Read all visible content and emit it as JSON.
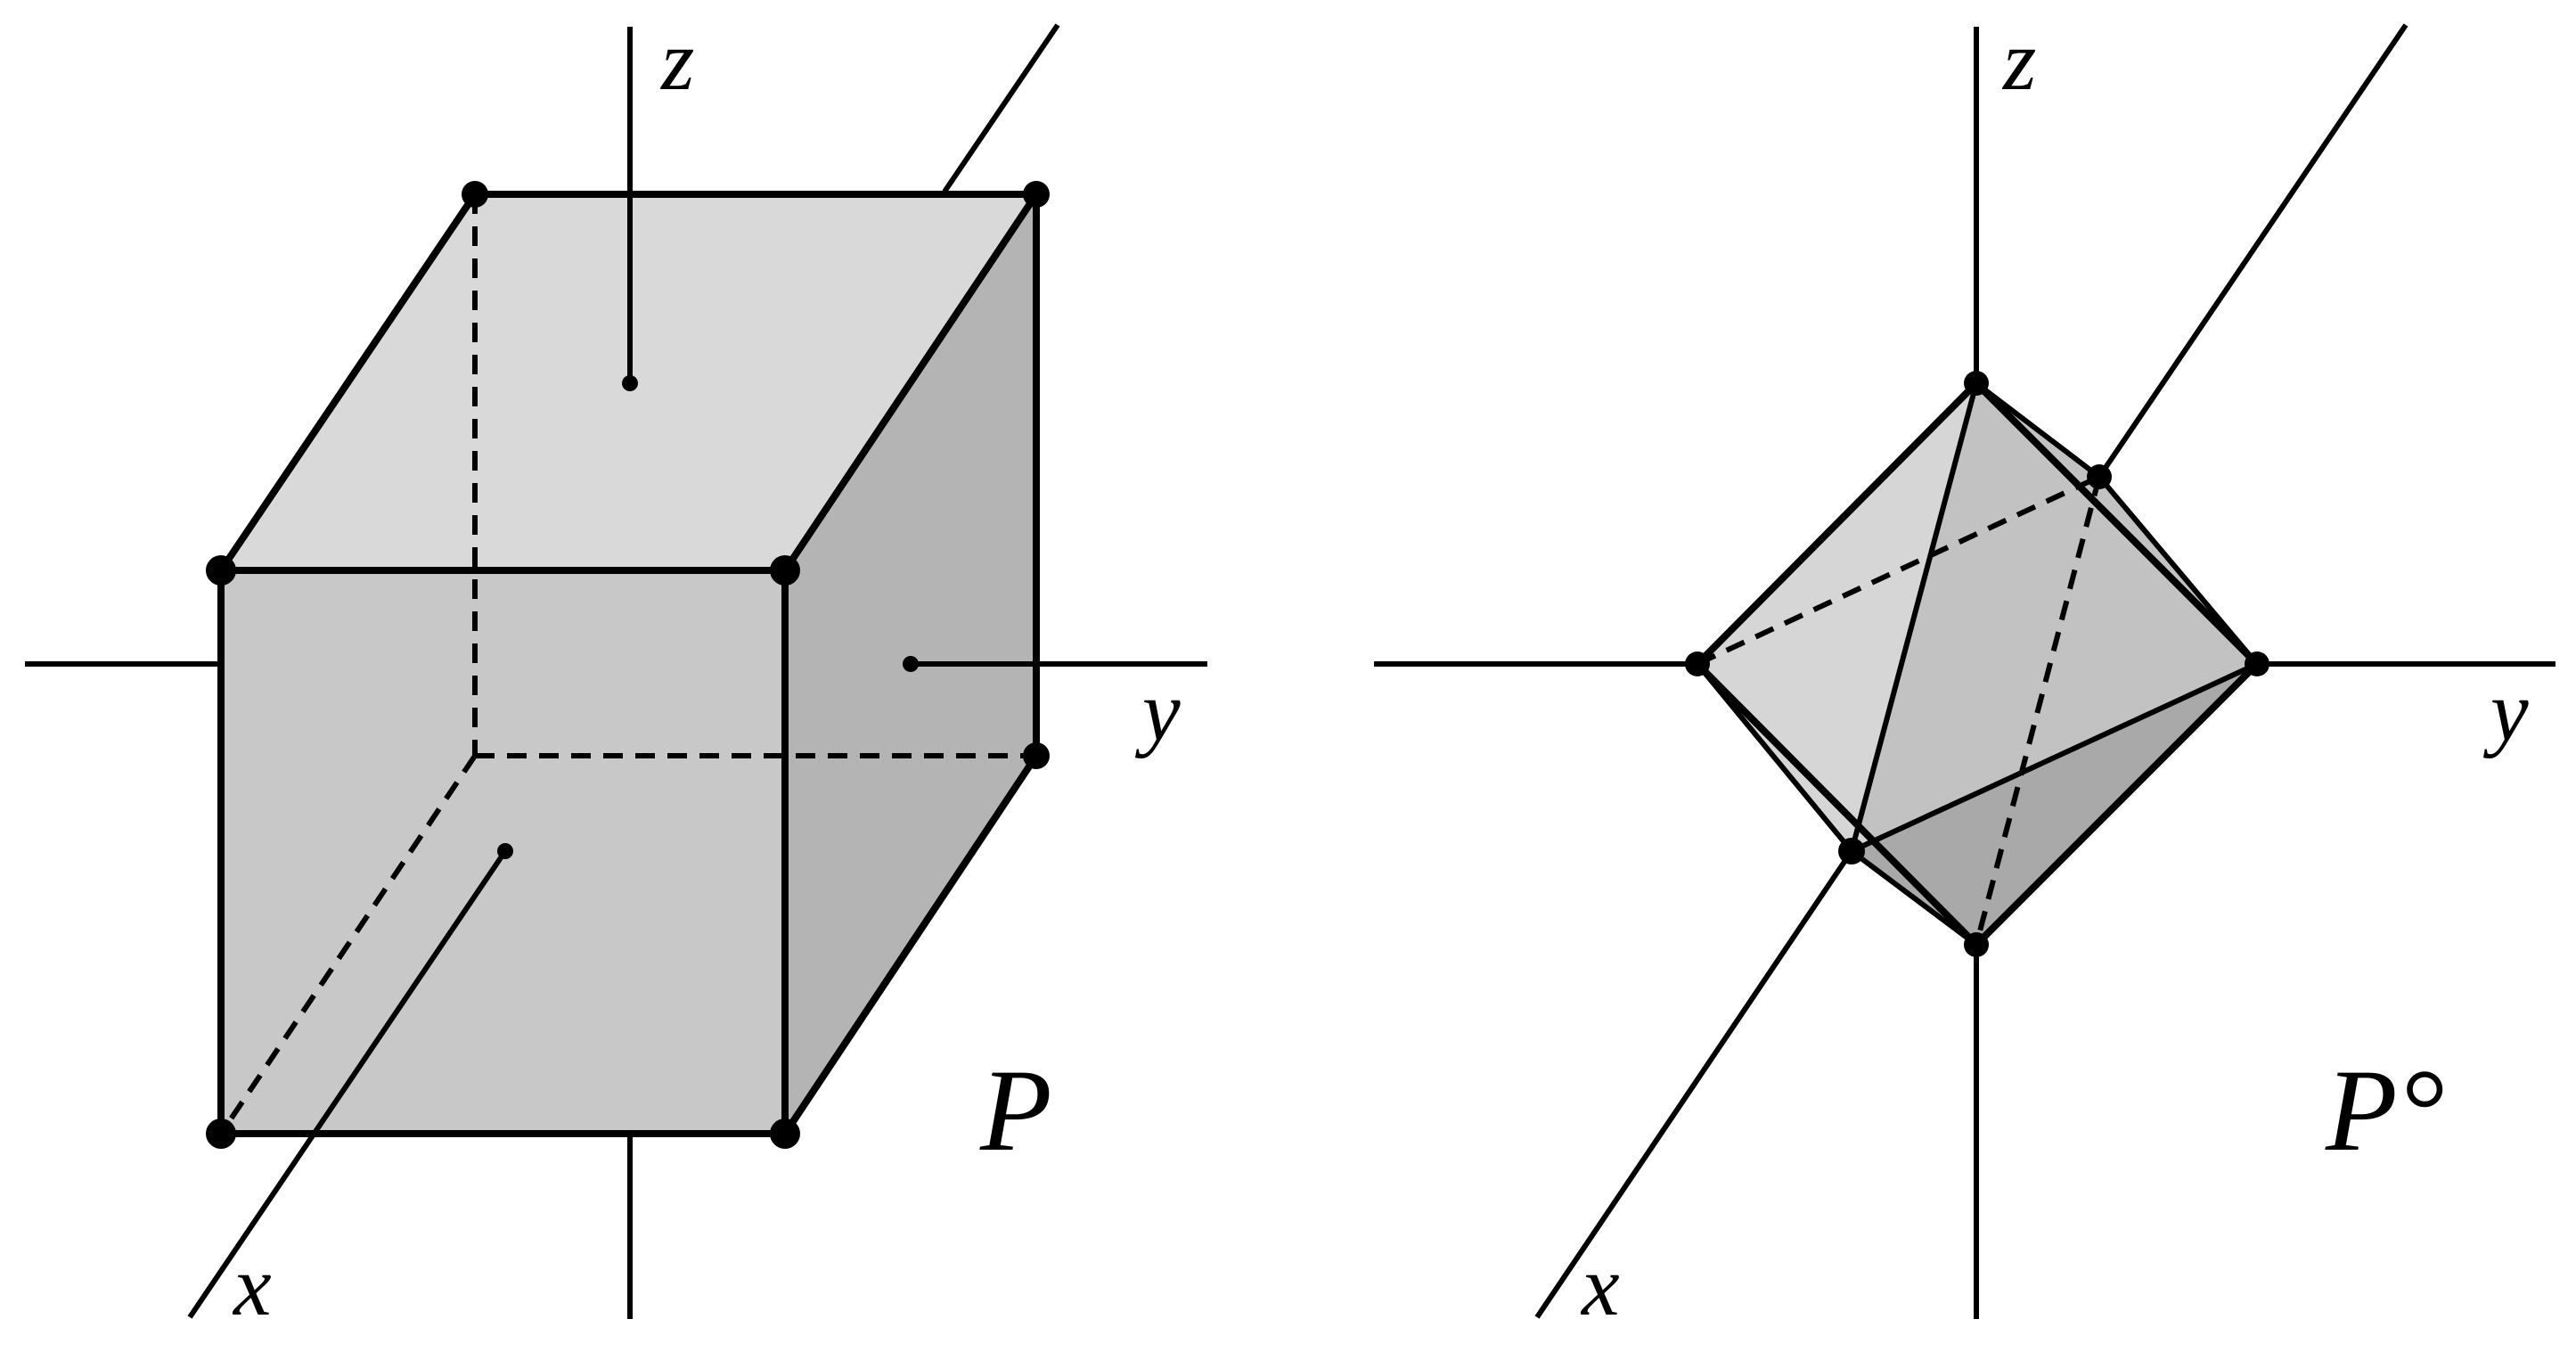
{
  "left_panel": {
    "axis_labels": {
      "x": "x",
      "y": "y",
      "z": "z"
    },
    "polytope_label": "P"
  },
  "right_panel": {
    "axis_labels": {
      "x": "x",
      "y": "y",
      "z": "z"
    },
    "polytope_label": "P°"
  },
  "colors": {
    "face_top": "#d9d9d9",
    "face_front": "#c8c8c8",
    "face_right": "#b4b4b4",
    "oct_light": "#d6d6d6",
    "oct_mid": "#c2c2c2",
    "oct_dark": "#a9a9a9",
    "line": "#000000"
  }
}
